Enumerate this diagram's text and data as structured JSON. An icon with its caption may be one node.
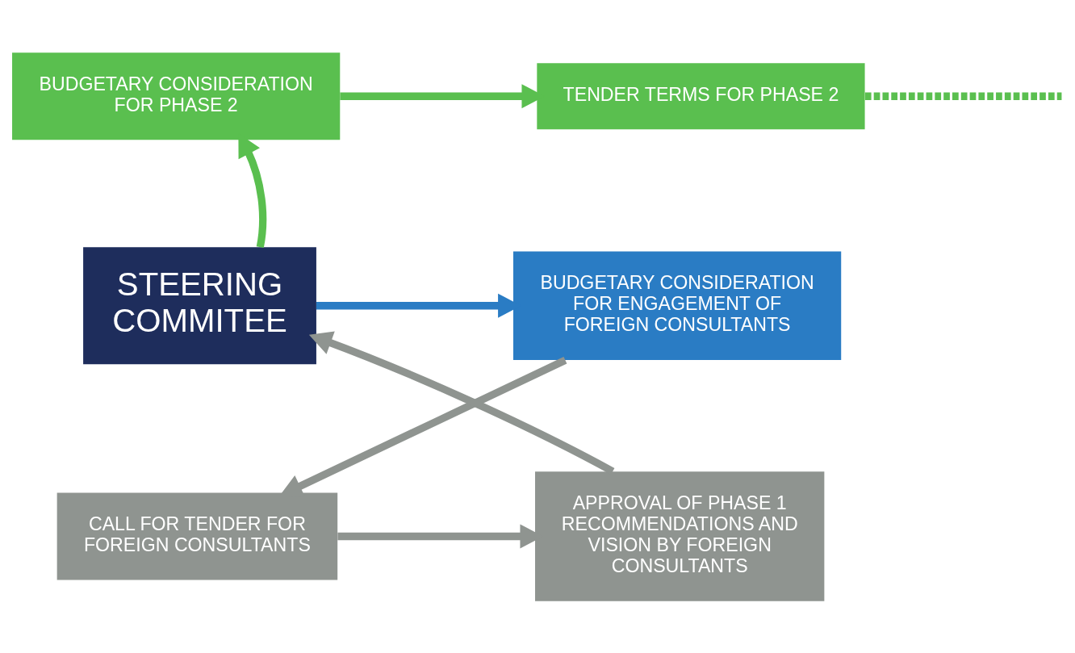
{
  "diagram": {
    "nodes": [
      {
        "text": [
          "BUDGETARY CONSIDERATION FOR PHASE 2"
        ]
      },
      {
        "text": [
          "TENDER TERMS FOR PHASE 2"
        ]
      },
      {
        "text": [
          "STEERING COMMITEE"
        ]
      },
      {
        "text": [
          "BUDGETARY CONSIDERATION FOR ENGAGEMENT OF FOREIGN CONSULTANTS"
        ]
      },
      {
        "text": [
          "APPROVAL OF PHASE 1 RECOMMENDATIONS AND VISION BY FOREIGN CONSULTANTS"
        ]
      },
      {
        "text": [
          "CALL FOR TENDER FOR FOREIGN CONSULTANTS"
        ]
      }
    ],
    "edges": [
      {
        "from": 2,
        "to": 0,
        "arrow": "to",
        "color": "#5abf4f"
      },
      {
        "from": 0,
        "to": 1,
        "arrow": "to",
        "color": "#5abf4f"
      },
      {
        "from": 1,
        "to": null,
        "arrow": "none",
        "style": "dashed",
        "color": "#5abf4f"
      },
      {
        "from": 2,
        "to": 3,
        "arrow": "to",
        "color": "#2a7cc4"
      },
      {
        "from": 3,
        "to": 5,
        "arrow": "to",
        "color": "#8f9490"
      },
      {
        "from": 5,
        "to": 4,
        "arrow": "to",
        "color": "#8f9490"
      },
      {
        "from": 4,
        "to": 2,
        "arrow": "to",
        "color": "#8f9490"
      }
    ]
  }
}
